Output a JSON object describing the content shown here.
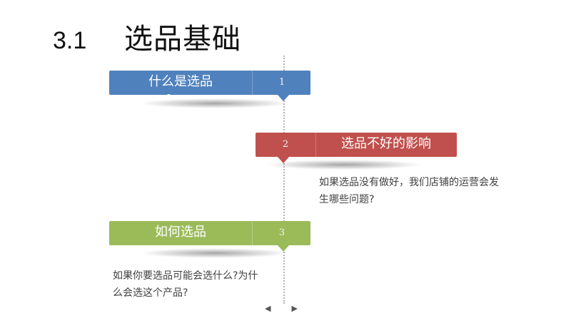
{
  "header": {
    "number": "3.1",
    "title": "选品基础"
  },
  "steps": [
    {
      "num": "1",
      "label": "什么是选品",
      "overflow": "?",
      "color": "#4f81bd"
    },
    {
      "num": "2",
      "label": "选品不好的影响",
      "color": "#c0504d",
      "description": "如果选品没有做好，我们店铺的运营会发生哪些问题?"
    },
    {
      "num": "3",
      "label": "如何选品",
      "color": "#9bbb59",
      "description": "如果你要选品可能会选什么?为什么会选这个产品?"
    }
  ],
  "nav": {
    "prev": "◀",
    "next": "▶"
  }
}
